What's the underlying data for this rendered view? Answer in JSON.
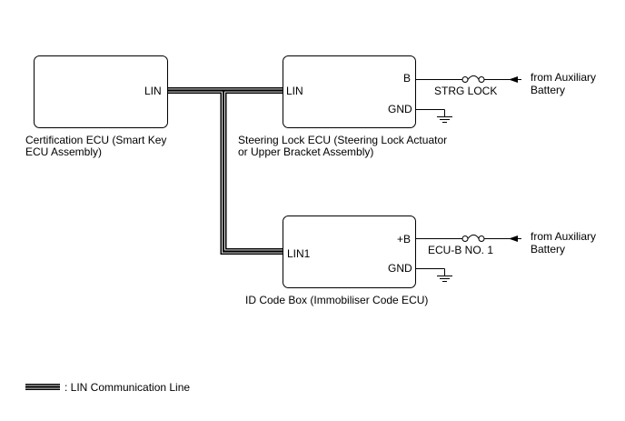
{
  "colors": {
    "line": "#000000",
    "background": "#ffffff"
  },
  "certification_ecu": {
    "pin_lin": "LIN",
    "caption_line1": "Certification ECU (Smart Key",
    "caption_line2": "ECU Assembly)"
  },
  "steering_lock_ecu": {
    "pin_lin": "LIN",
    "pin_b": "B",
    "pin_gnd": "GND",
    "fuse": "STRG LOCK",
    "source_line1": "from Auxiliary",
    "source_line2": "Battery",
    "caption_line1": "Steering Lock ECU (Steering Lock Actuator",
    "caption_line2": "or Upper Bracket Assembly)"
  },
  "id_code_box": {
    "pin_lin1": "LIN1",
    "pin_b": "+B",
    "pin_gnd": "GND",
    "fuse": "ECU-B NO. 1",
    "source_line1": "from Auxiliary",
    "source_line2": "Battery",
    "caption": "ID Code Box (Immobiliser Code ECU)"
  },
  "legend": {
    "label": ": LIN Communication Line"
  }
}
